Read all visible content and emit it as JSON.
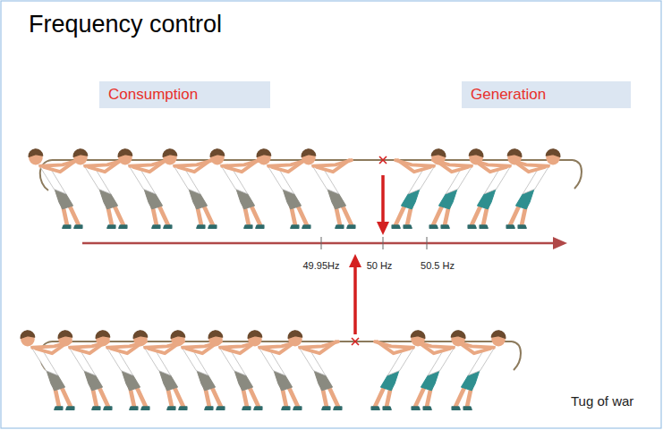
{
  "diagram": {
    "title": "Frequency control",
    "nodes": [
      {
        "text": [
          "Consumption"
        ]
      },
      {
        "text": [
          "Generation"
        ]
      }
    ],
    "labels": [
      "49.95Hz",
      "50 Hz",
      "50.5 Hz",
      "Tug of war"
    ]
  }
}
